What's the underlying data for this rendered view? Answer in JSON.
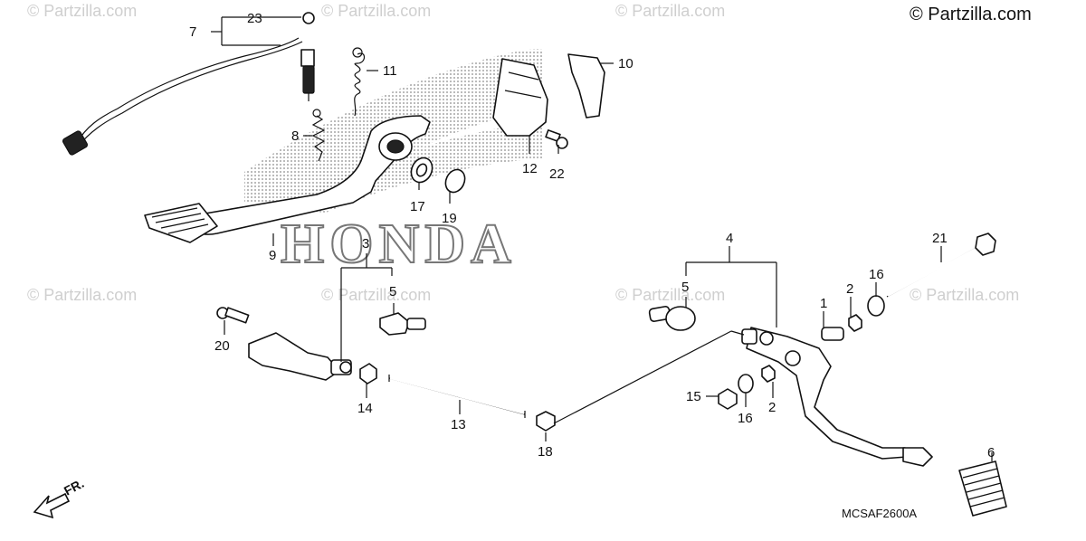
{
  "copyright": "© Partzilla.com",
  "watermark_text": "© Partzilla.com",
  "brand_watermark": "HONDA",
  "diagram_code": "MCSAF2600A",
  "direction_label": "FR.",
  "callouts": {
    "p1": "1",
    "p2a": "2",
    "p2b": "2",
    "p3": "3",
    "p4": "4",
    "p5a": "5",
    "p5b": "5",
    "p6": "6",
    "p7": "7",
    "p8": "8",
    "p9": "9",
    "p10": "10",
    "p11": "11",
    "p12": "12",
    "p13": "13",
    "p14": "14",
    "p15": "15",
    "p16a": "16",
    "p16b": "16",
    "p17": "17",
    "p18": "18",
    "p19": "19",
    "p20": "20",
    "p21": "21",
    "p22": "22",
    "p23": "23"
  },
  "colors": {
    "ink": "#111111",
    "watermark": "#cfcfcf",
    "stipple": "#8a8a8a"
  }
}
